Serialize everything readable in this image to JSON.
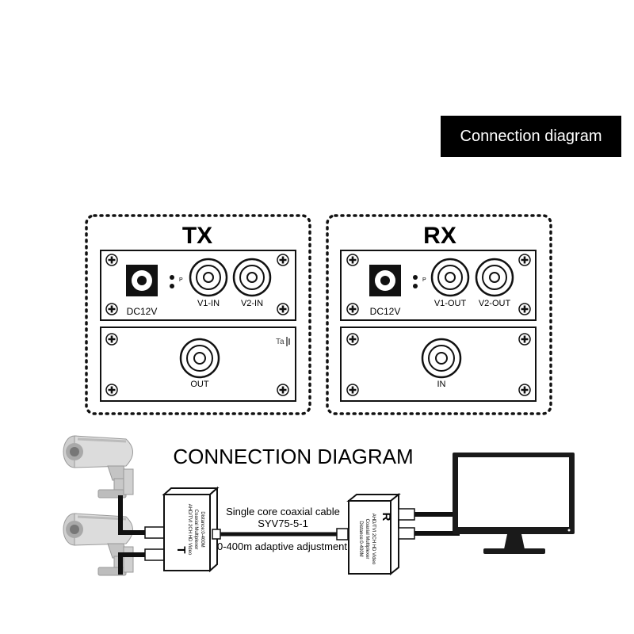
{
  "header": {
    "banner_label": "Connection diagram"
  },
  "tx_panel": {
    "title": "TX",
    "top_face": {
      "power_label": "DC12V",
      "led_label": "P",
      "port1_label": "V1-IN",
      "port2_label": "V2-IN"
    },
    "bottom_face": {
      "port_label": "OUT",
      "logo_text": "Ta"
    }
  },
  "rx_panel": {
    "title": "RX",
    "top_face": {
      "power_label": "DC12V",
      "led_label": "P",
      "port1_label": "V1-OUT",
      "port2_label": "V2-OUT"
    },
    "bottom_face": {
      "port_label": "IN"
    }
  },
  "connection": {
    "heading": "CONNECTION DIAGRAM",
    "cable_line1": "Single core coaxial cable",
    "cable_line2": "SYV75-5-1",
    "distance_label": "0-400m adaptive adjustment",
    "tx_box_letter": "T",
    "tx_box_text1": "AHD/TVI 2CH HD Video",
    "tx_box_text2": "Coaxial Multiplexer",
    "tx_box_text3": "Distance:0-400M",
    "rx_box_letter": "R",
    "rx_box_text1": "AHD/TVI 2CH HD Video",
    "rx_box_text2": "Coaxial Multiplexer",
    "rx_box_text3": "Distance:0-400M"
  }
}
